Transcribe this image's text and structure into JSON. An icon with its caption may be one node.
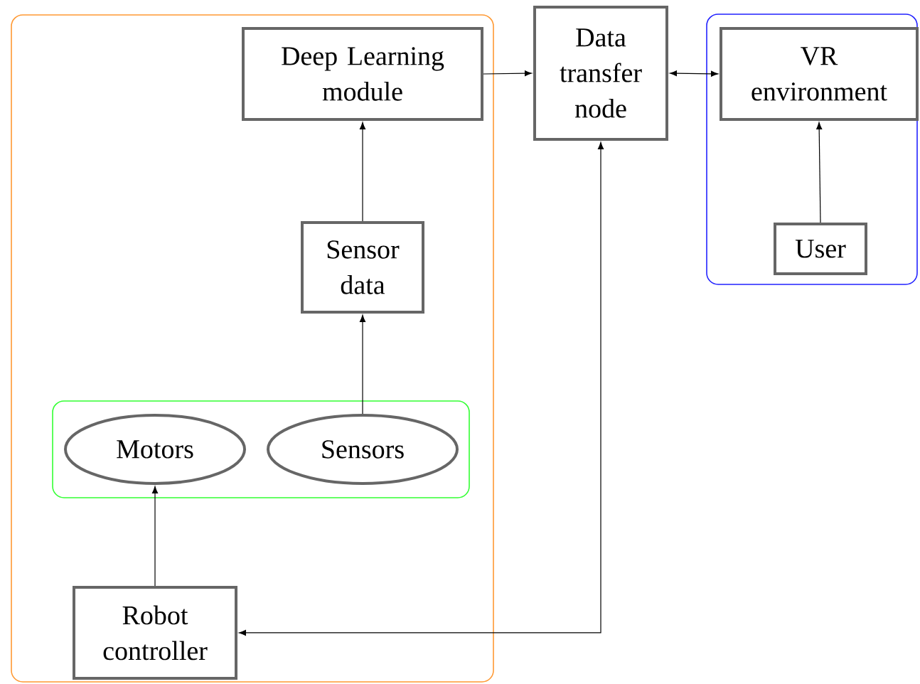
{
  "diagram": {
    "nodes": [
      {
        "text": [],
        "shape": "box"
      },
      {
        "text": [
          "Deep Learning module"
        ],
        "in": 0
      },
      {
        "text": [
          "Sensor data"
        ],
        "in": 0
      },
      {
        "text": [],
        "shape": "box",
        "in": 0
      },
      {
        "text": [
          "Motors"
        ],
        "in": 3
      },
      {
        "text": [
          "Sensors"
        ],
        "in": 3
      },
      {
        "text": [
          "Robot controller"
        ],
        "in": 0
      },
      {
        "text": [
          "Data transfer node"
        ]
      },
      {
        "text": [],
        "shape": "box"
      },
      {
        "text": [
          "VR environment"
        ],
        "in": 8
      },
      {
        "text": [
          "User"
        ],
        "in": 8
      }
    ],
    "edges": [
      {
        "from": 1,
        "to": 7,
        "arrow": "to"
      },
      {
        "from": 7,
        "to": 9,
        "arrow": "both"
      },
      {
        "from": 10,
        "to": 9,
        "arrow": "to"
      },
      {
        "from": 2,
        "to": 1,
        "arrow": "to"
      },
      {
        "from": 5,
        "to": 2,
        "arrow": "to"
      },
      {
        "from": 6,
        "to": 4,
        "arrow": "to"
      },
      {
        "from": 7,
        "to": 6,
        "arrow": "both"
      }
    ]
  }
}
